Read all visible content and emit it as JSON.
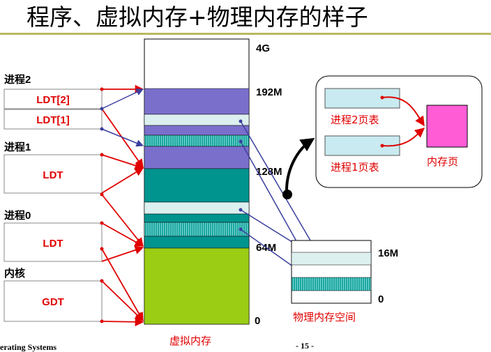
{
  "title": "程序、虚拟内存+物理内存的样子",
  "processes": {
    "p2_label": "进程2",
    "p2_ldt2": "LDT[2]",
    "p2_ldt1": "LDT[1]",
    "p1_label": "进程1",
    "p1_ldt": "LDT",
    "p0_label": "进程0",
    "p0_ldt": "LDT",
    "kernel_label": "内核",
    "kernel_gdt": "GDT"
  },
  "virtual_memory": {
    "caption": "虚拟内存",
    "ticks": [
      "4G",
      "192M",
      "128M",
      "64M",
      "0"
    ]
  },
  "physical_memory": {
    "caption": "物理内存空间",
    "ticks": [
      "16M",
      "0"
    ]
  },
  "page_table_inset": {
    "p2_table": "进程2页表",
    "p1_table": "进程1页表",
    "mem_page": "内存页"
  },
  "footer": {
    "left": "erating Systems",
    "page": "- 15 -"
  },
  "colors": {
    "purple": "#7b6fcc",
    "teal": "#00948f",
    "light_cyan": "#dcf0f0",
    "lime": "#9acd14",
    "pink": "#ff5cd6",
    "red": "#e00000",
    "blue_arrow": "#3b3f9e",
    "header_line": "#b8b860"
  }
}
